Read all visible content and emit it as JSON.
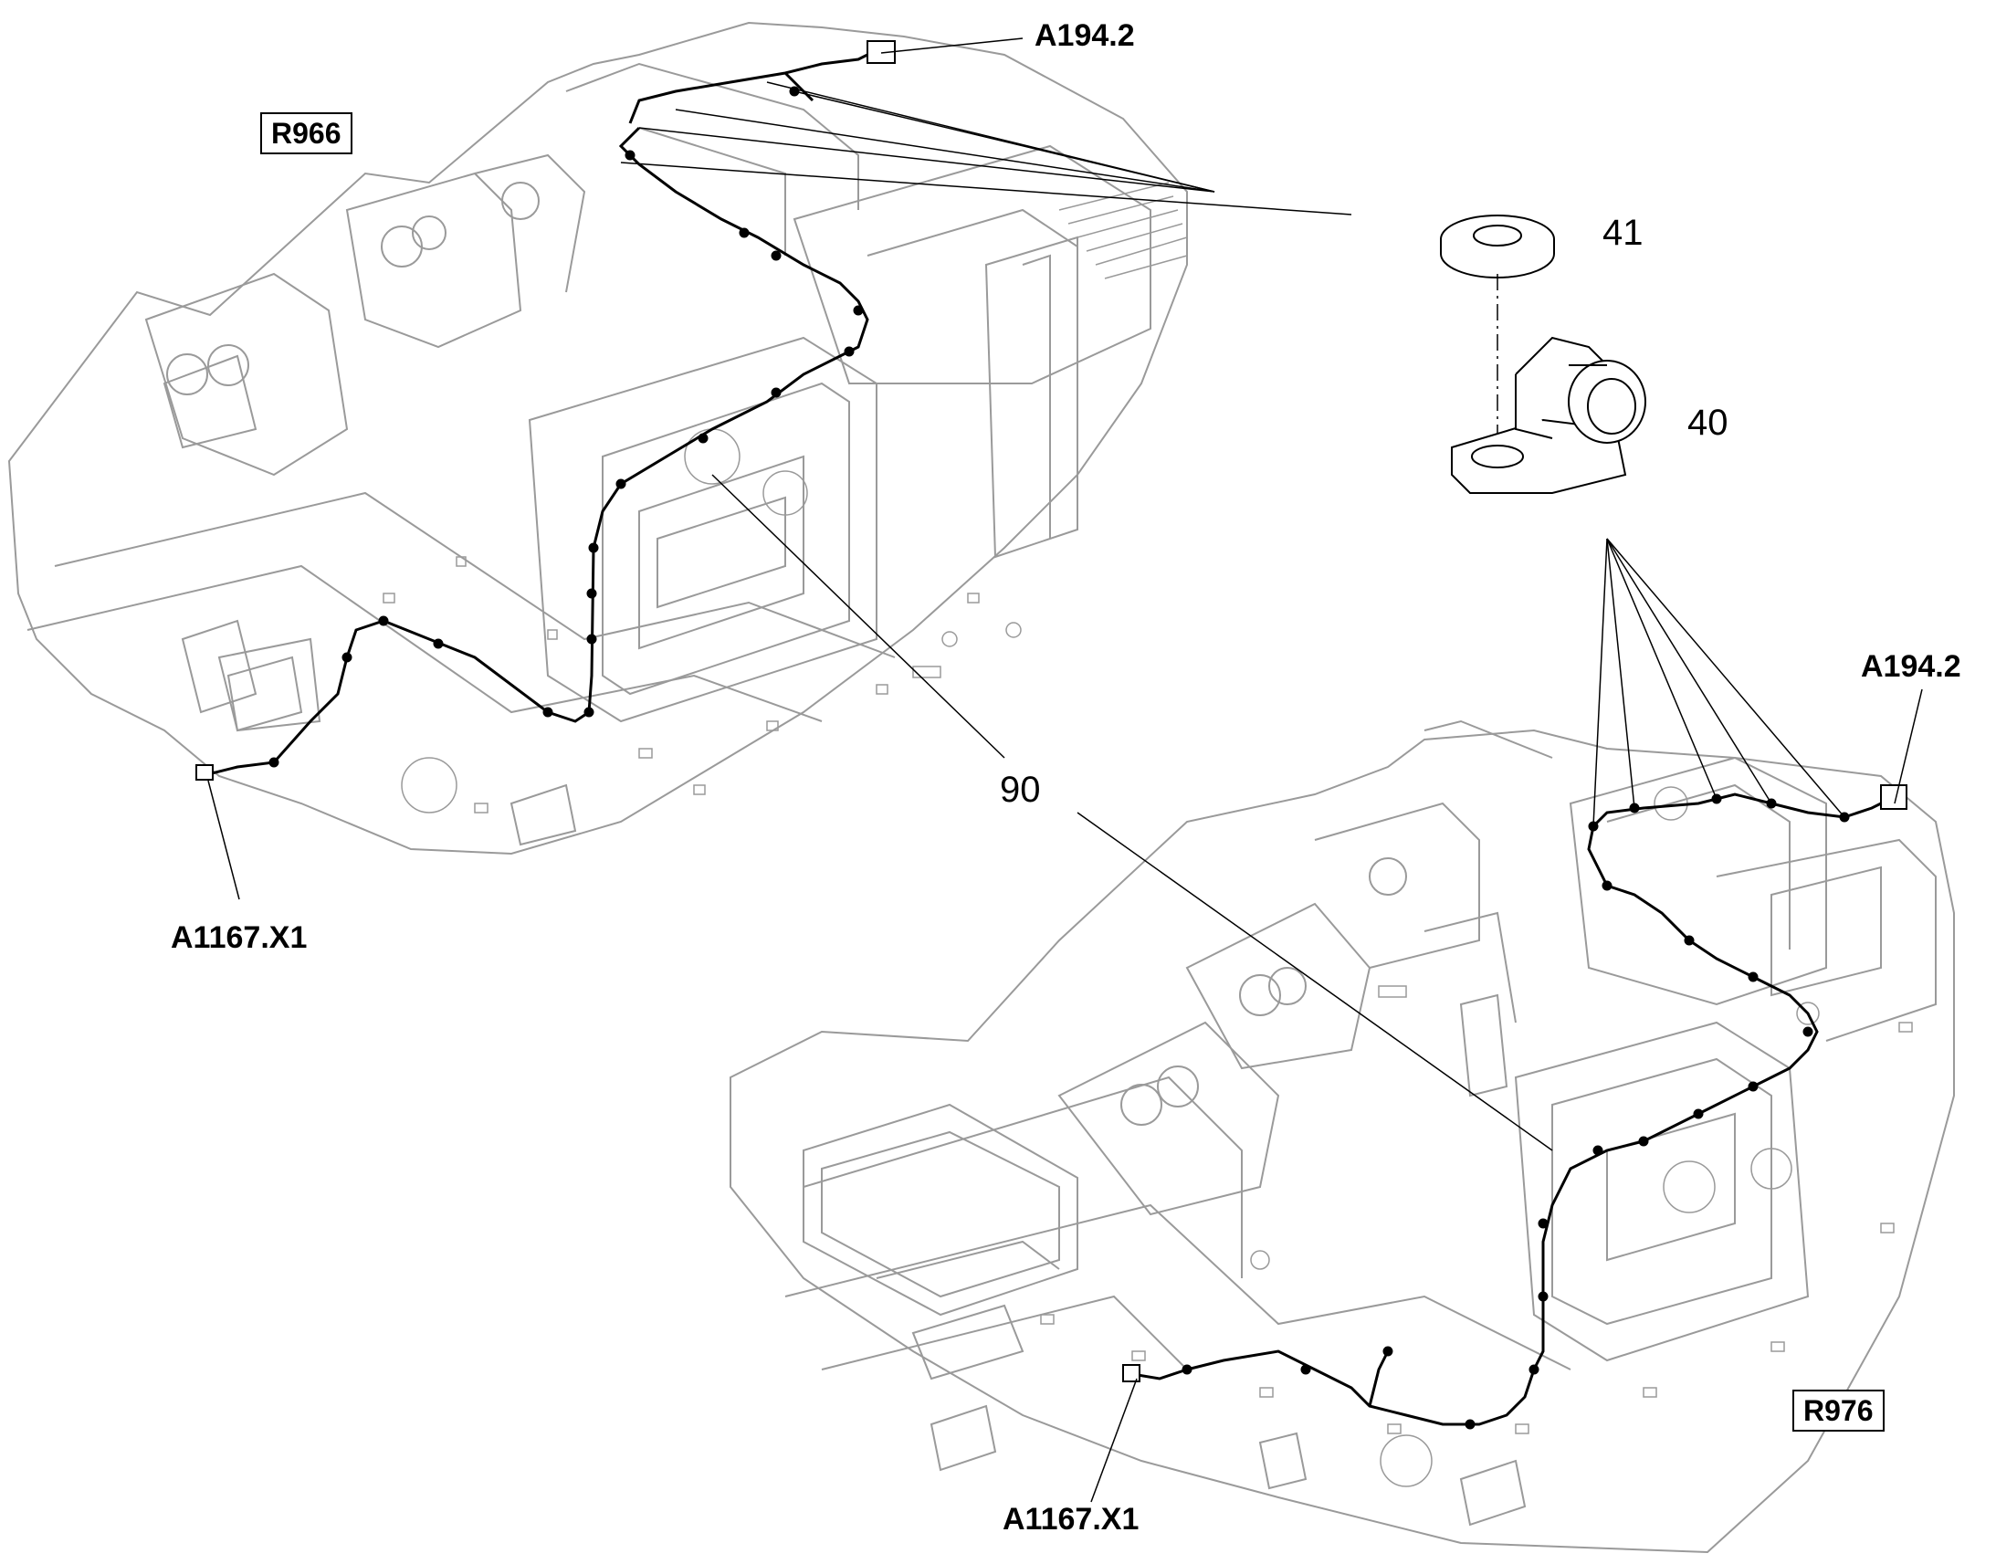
{
  "labels": {
    "r966": "R966",
    "r976": "R976",
    "a194_top": "A194.2",
    "a194_right": "A194.2",
    "a1167_left": "A1167.X1",
    "a1167_bottom": "A1167.X1",
    "item_90": "90",
    "item_41": "41",
    "item_40": "40"
  },
  "colors": {
    "line": "#000000",
    "body": "#9a9a9a"
  }
}
